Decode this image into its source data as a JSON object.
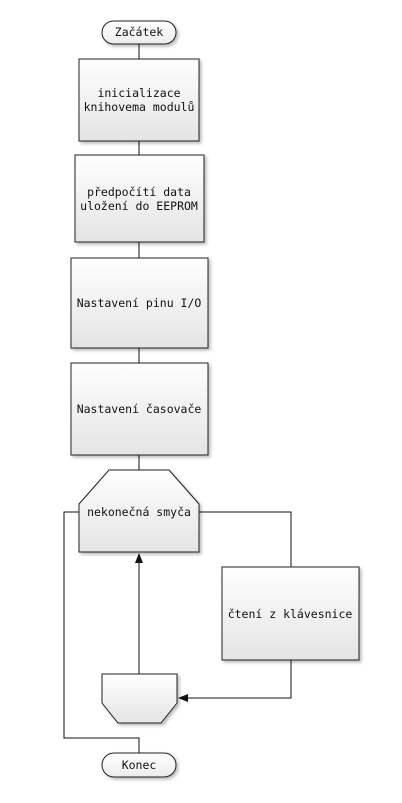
{
  "flowchart": {
    "start": "Začátek",
    "end": "Konec",
    "steps": [
      [
        "inicializace",
        "knihovema modulů"
      ],
      [
        "předpočítí data",
        "uložení do EEPROM"
      ],
      [
        "Nastavení pinu I/O"
      ],
      [
        "Nastavení časovače"
      ]
    ],
    "loop_label": "nekonečná smyča",
    "loop_body": "čtení z klávesnice"
  }
}
